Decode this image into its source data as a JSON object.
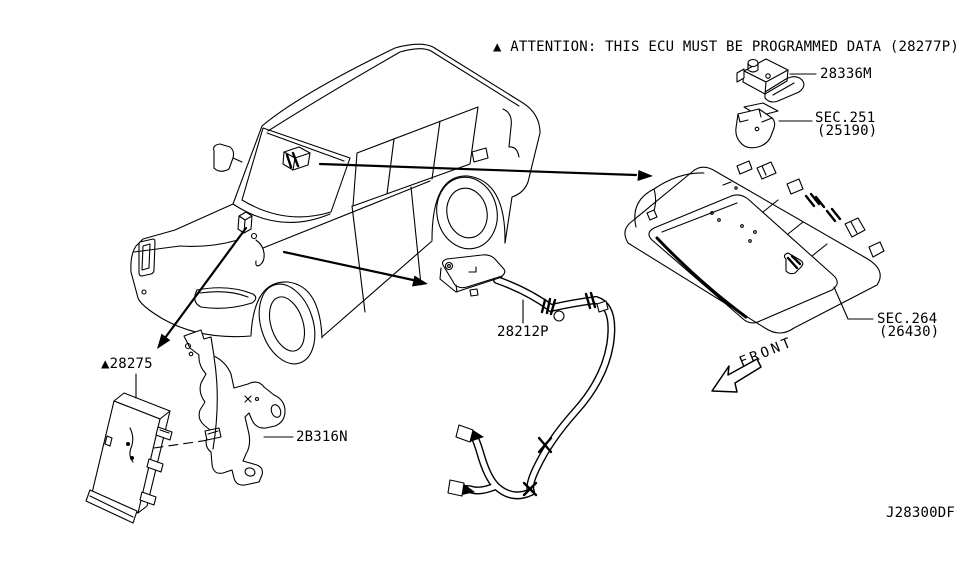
{
  "diagram": {
    "attention_note": "▲ ATTENTION: THIS ECU MUST BE PROGRAMMED DATA (28277P)",
    "drawing_number": "J28300DF",
    "front_label": "FRONT",
    "colors": {
      "line": "#000000",
      "background": "#ffffff"
    },
    "parts": {
      "bracket_28336m": {
        "label": "28336M"
      },
      "sec_251": {
        "label": "SEC.251",
        "sub_label": "(25190)"
      },
      "sec_264": {
        "label": "SEC.264",
        "sub_label": "(26430)"
      },
      "antenna_feeder_28212p": {
        "label": "28212P"
      },
      "ecu_28275": {
        "label": "▲28275"
      },
      "bracket_2b316n": {
        "label": "2B316N"
      }
    }
  }
}
